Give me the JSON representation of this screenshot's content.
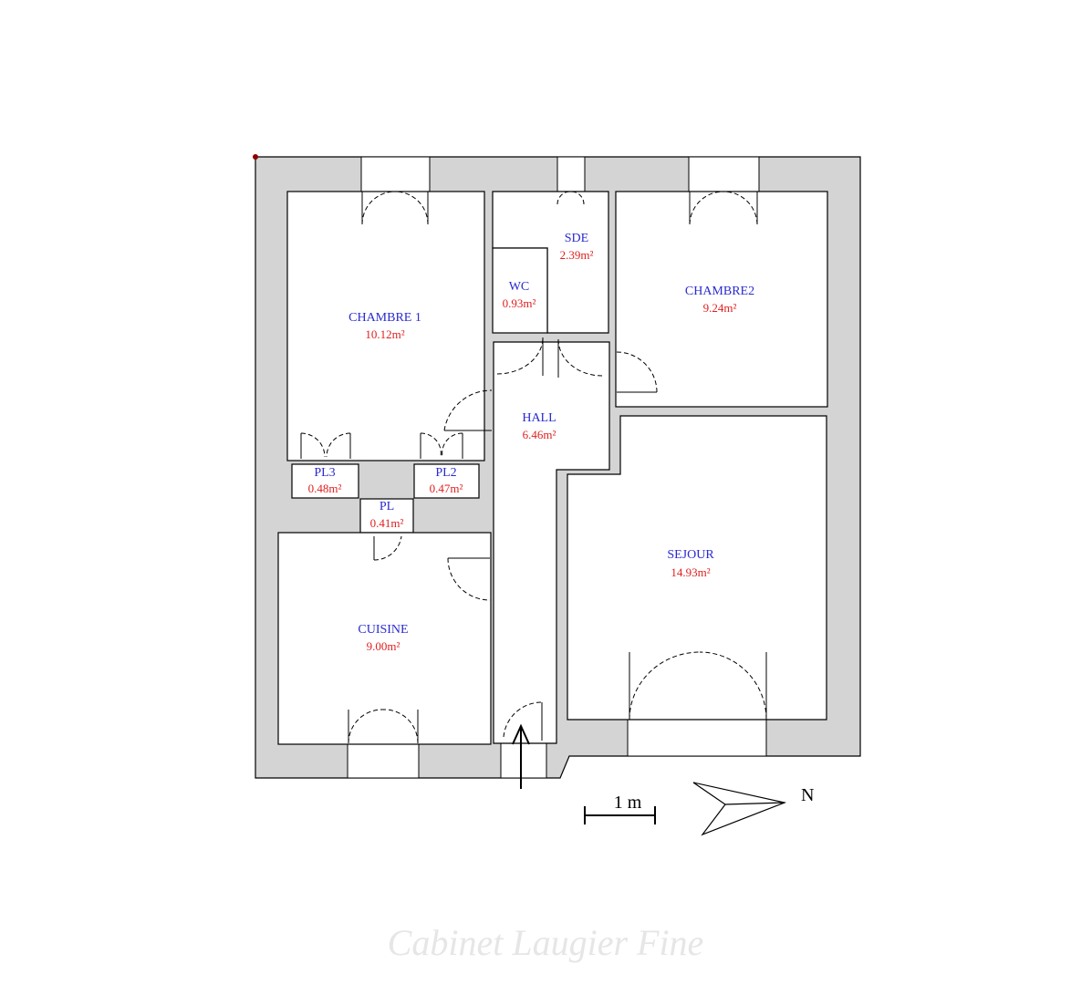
{
  "rooms": {
    "chambre1": {
      "name": "CHAMBRE 1",
      "area": "10.12m²"
    },
    "sde": {
      "name": "SDE",
      "area": "2.39m²"
    },
    "wc": {
      "name": "WC",
      "area": "0.93m²"
    },
    "chambre2": {
      "name": "CHAMBRE2",
      "area": "9.24m²"
    },
    "hall": {
      "name": "HALL",
      "area": "6.46m²"
    },
    "pl3": {
      "name": "PL3",
      "area": "0.48m²"
    },
    "pl2": {
      "name": "PL2",
      "area": "0.47m²"
    },
    "pl": {
      "name": "PL",
      "area": "0.41m²"
    },
    "cuisine": {
      "name": "CUISINE",
      "area": "9.00m²"
    },
    "sejour": {
      "name": "SEJOUR",
      "area": "14.93m²"
    }
  },
  "scale": {
    "label": "1 m"
  },
  "north": {
    "label": "N"
  },
  "watermark": "Cabinet Laugier Fine",
  "colors": {
    "wall": "#d4d4d4",
    "room_name": "#2a2ad0",
    "room_area": "#e02020"
  }
}
